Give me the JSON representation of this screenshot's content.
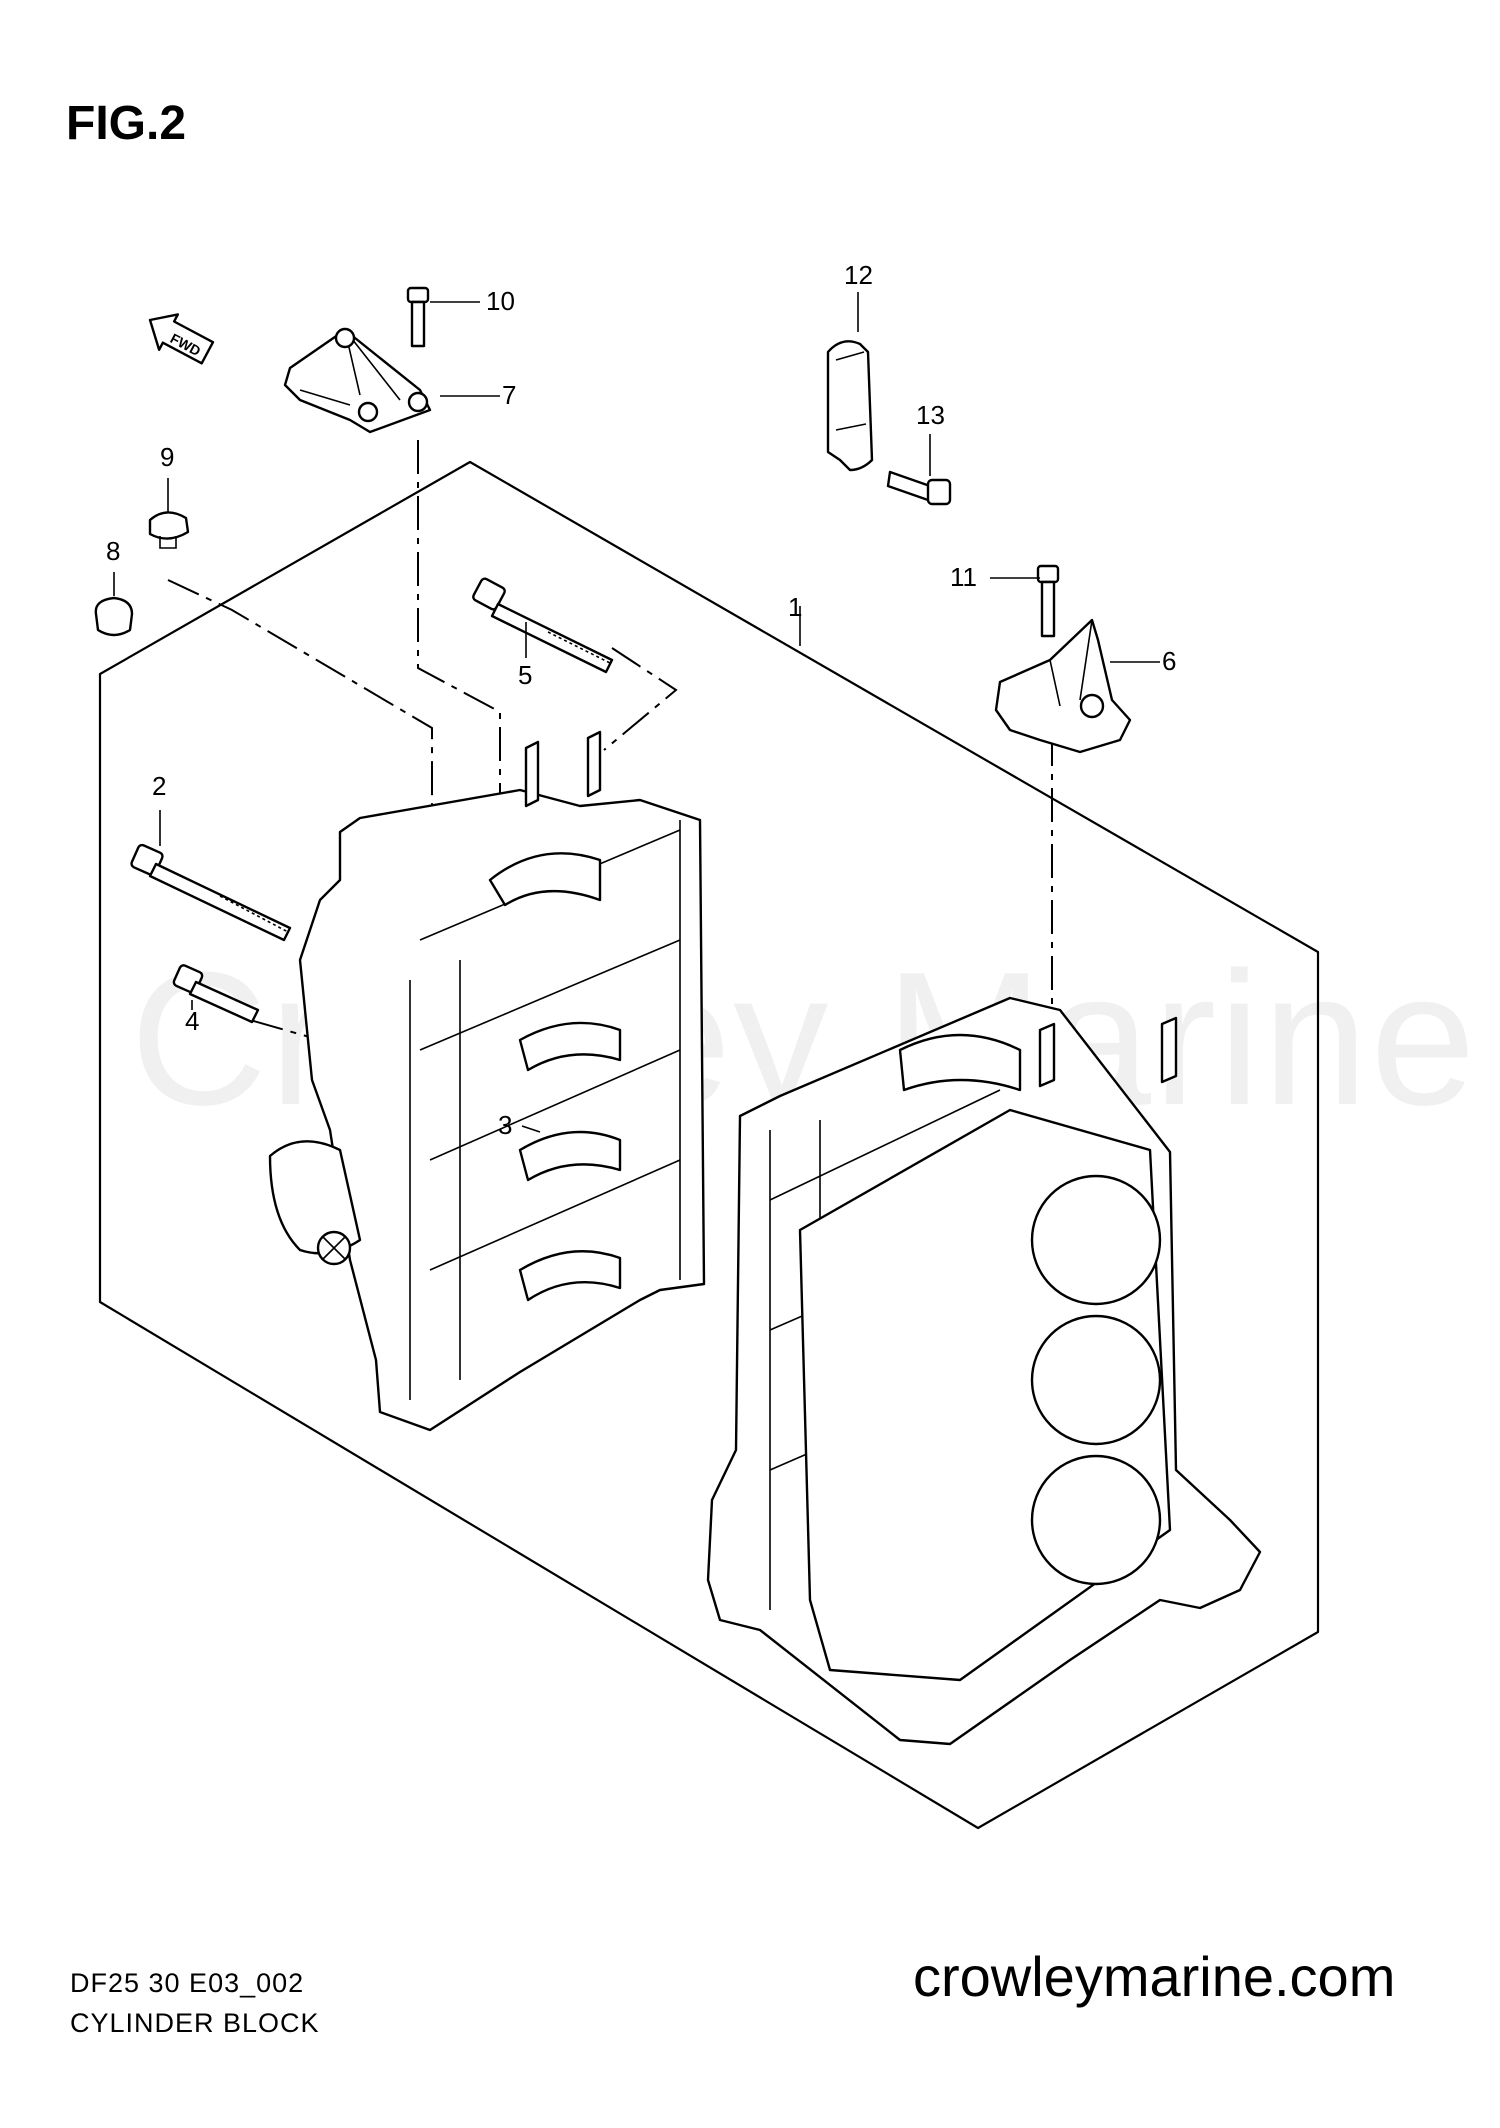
{
  "figure": {
    "title": "FIG.2"
  },
  "watermark": {
    "text": "Crowley Marine"
  },
  "direction_badge": {
    "text": "FWD"
  },
  "callouts": [
    "1",
    "2",
    "3",
    "4",
    "5",
    "6",
    "7",
    "8",
    "9",
    "10",
    "11",
    "12",
    "13"
  ],
  "footer": {
    "diagram_code": "DF25 30 E03_002",
    "diagram_name": "CYLINDER BLOCK",
    "website": "crowleymarine.com"
  }
}
